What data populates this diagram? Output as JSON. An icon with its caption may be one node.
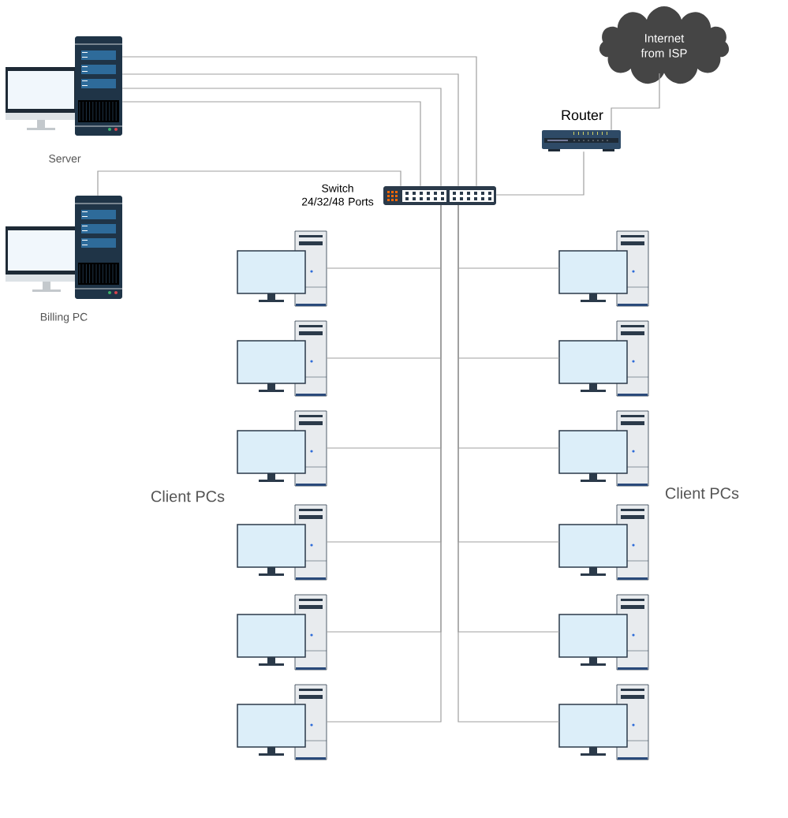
{
  "diagram": {
    "nodes": [
      {
        "text": [
          "Server"
        ]
      },
      {
        "text": [
          "Billing PC"
        ]
      },
      {
        "text": [
          "Switch 24/32/48 Ports"
        ]
      },
      {
        "text": [
          "Router"
        ]
      },
      {
        "text": [
          "Internet from ISP"
        ]
      },
      {
        "text": [],
        "shape": "picture"
      },
      {
        "text": [],
        "shape": "picture"
      },
      {
        "text": [],
        "shape": "picture"
      },
      {
        "text": [],
        "shape": "picture"
      },
      {
        "text": [],
        "shape": "picture"
      },
      {
        "text": [],
        "shape": "picture"
      },
      {
        "text": [],
        "shape": "picture"
      },
      {
        "text": [],
        "shape": "picture"
      },
      {
        "text": [],
        "shape": "picture"
      },
      {
        "text": [],
        "shape": "picture"
      },
      {
        "text": [],
        "shape": "picture"
      },
      {
        "text": [],
        "shape": "picture"
      }
    ],
    "edges": [
      {
        "from": 0,
        "to": 2,
        "arrow": "none"
      },
      {
        "from": 0,
        "to": 2,
        "arrow": "none"
      },
      {
        "from": 0,
        "to": 2,
        "arrow": "none"
      },
      {
        "from": 0,
        "to": 2,
        "arrow": "none"
      },
      {
        "from": 1,
        "to": 2,
        "arrow": "none"
      },
      {
        "from": 3,
        "to": 2,
        "arrow": "none"
      },
      {
        "from": 4,
        "to": 3,
        "arrow": "none"
      },
      {
        "from": 2,
        "to": 5,
        "arrow": "none"
      },
      {
        "from": 2,
        "to": 6,
        "arrow": "none"
      },
      {
        "from": 2,
        "to": 7,
        "arrow": "none"
      },
      {
        "from": 2,
        "to": 8,
        "arrow": "none"
      },
      {
        "from": 2,
        "to": 9,
        "arrow": "none"
      },
      {
        "from": 2,
        "to": 10,
        "arrow": "none"
      },
      {
        "from": 2,
        "to": 11,
        "arrow": "none"
      },
      {
        "from": 2,
        "to": 12,
        "arrow": "none"
      },
      {
        "from": 2,
        "to": 13,
        "arrow": "none"
      },
      {
        "from": 2,
        "to": 14,
        "arrow": "none"
      },
      {
        "from": 2,
        "to": 15,
        "arrow": "none"
      },
      {
        "from": 2,
        "to": 16,
        "arrow": "none"
      }
    ],
    "labels": [
      "Client PCs",
      "Client PCs"
    ]
  }
}
